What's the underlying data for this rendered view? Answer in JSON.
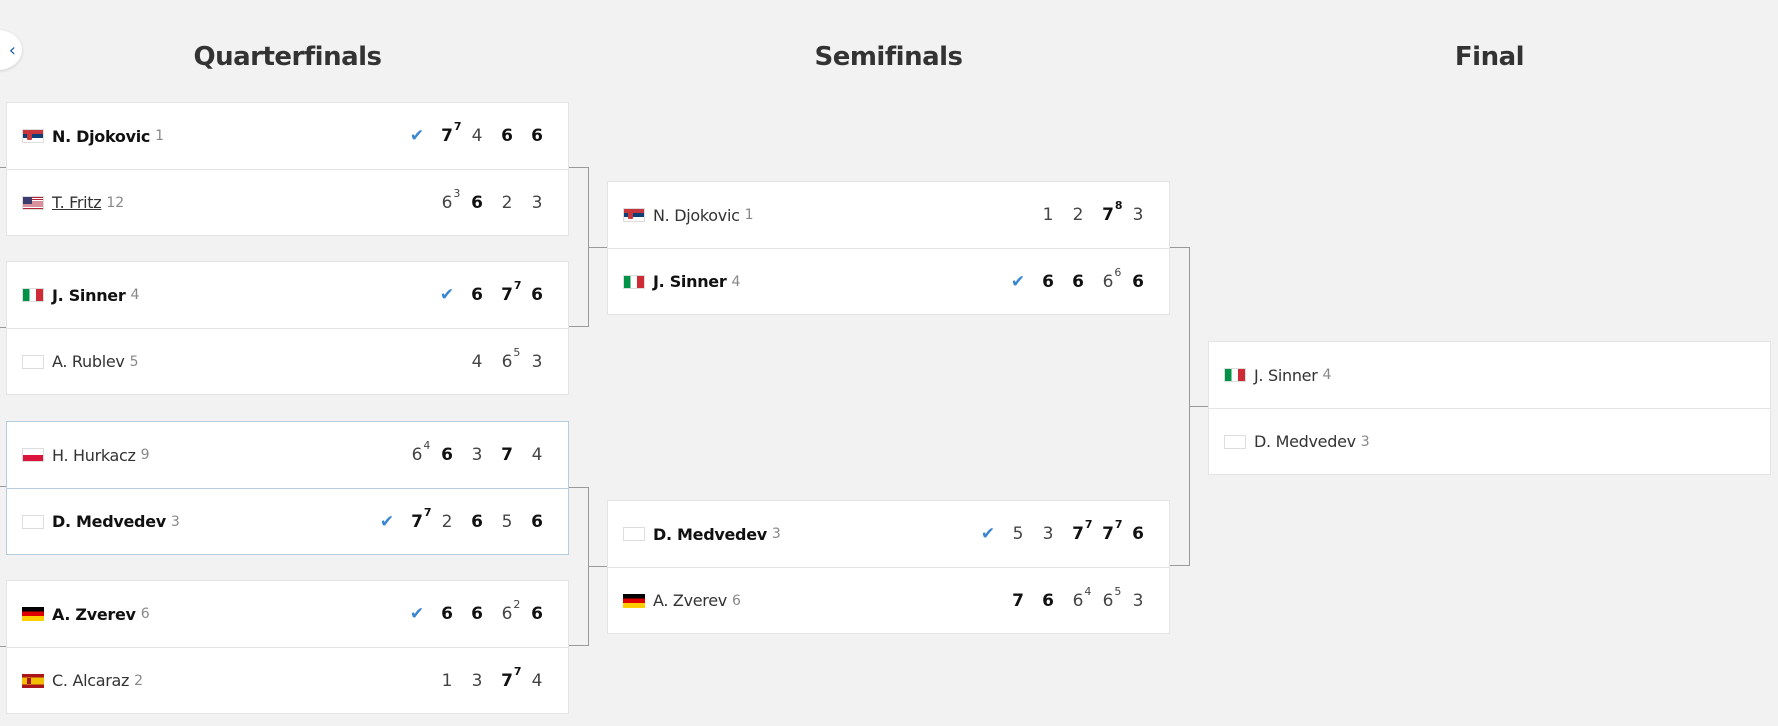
{
  "rounds": {
    "qf": "Quarterfinals",
    "sf": "Semifinals",
    "final": "Final"
  },
  "matches": {
    "qf1": [
      {
        "name": "N. Djokovic",
        "seed": "1",
        "winner": true,
        "sets": [
          {
            "g": "7",
            "tb": "7",
            "w": true
          },
          {
            "g": "4"
          },
          {
            "g": "6",
            "w": true
          },
          {
            "g": "6",
            "w": true
          }
        ]
      },
      {
        "name": "T. Fritz",
        "seed": "12",
        "sets": [
          {
            "g": "6",
            "tb": "3"
          },
          {
            "g": "6",
            "w": true
          },
          {
            "g": "2"
          },
          {
            "g": "3"
          }
        ]
      }
    ],
    "qf2": [
      {
        "name": "J. Sinner",
        "seed": "4",
        "winner": true,
        "sets": [
          {
            "g": "6",
            "w": true
          },
          {
            "g": "7",
            "tb": "7",
            "w": true
          },
          {
            "g": "6",
            "w": true
          }
        ]
      },
      {
        "name": "A. Rublev",
        "seed": "5",
        "sets": [
          {
            "g": "4"
          },
          {
            "g": "6",
            "tb": "5"
          },
          {
            "g": "3"
          }
        ]
      }
    ],
    "qf3": [
      {
        "name": "H. Hurkacz",
        "seed": "9",
        "sets": [
          {
            "g": "6",
            "tb": "4"
          },
          {
            "g": "6",
            "w": true
          },
          {
            "g": "3"
          },
          {
            "g": "7",
            "w": true
          },
          {
            "g": "4"
          }
        ]
      },
      {
        "name": "D. Medvedev",
        "seed": "3",
        "winner": true,
        "sets": [
          {
            "g": "7",
            "tb": "7",
            "w": true
          },
          {
            "g": "2"
          },
          {
            "g": "6",
            "w": true
          },
          {
            "g": "5"
          },
          {
            "g": "6",
            "w": true
          }
        ]
      }
    ],
    "qf4": [
      {
        "name": "A. Zverev",
        "seed": "6",
        "winner": true,
        "sets": [
          {
            "g": "6",
            "w": true
          },
          {
            "g": "6",
            "w": true
          },
          {
            "g": "6",
            "tb": "2"
          },
          {
            "g": "6",
            "w": true
          }
        ]
      },
      {
        "name": "C. Alcaraz",
        "seed": "2",
        "sets": [
          {
            "g": "1"
          },
          {
            "g": "3"
          },
          {
            "g": "7",
            "tb": "7",
            "w": true
          },
          {
            "g": "4"
          }
        ]
      }
    ],
    "sf1": [
      {
        "name": "N. Djokovic",
        "seed": "1",
        "sets": [
          {
            "g": "1"
          },
          {
            "g": "2"
          },
          {
            "g": "7",
            "tb": "8",
            "w": true
          },
          {
            "g": "3"
          }
        ]
      },
      {
        "name": "J. Sinner",
        "seed": "4",
        "winner": true,
        "sets": [
          {
            "g": "6",
            "w": true
          },
          {
            "g": "6",
            "w": true
          },
          {
            "g": "6",
            "tb": "6"
          },
          {
            "g": "6",
            "w": true
          }
        ]
      }
    ],
    "sf2": [
      {
        "name": "D. Medvedev",
        "seed": "3",
        "winner": true,
        "sets": [
          {
            "g": "5"
          },
          {
            "g": "3"
          },
          {
            "g": "7",
            "tb": "7",
            "w": true
          },
          {
            "g": "7",
            "tb": "7",
            "w": true
          },
          {
            "g": "6",
            "w": true
          }
        ]
      },
      {
        "name": "A. Zverev",
        "seed": "6",
        "sets": [
          {
            "g": "7",
            "w": true
          },
          {
            "g": "6",
            "w": true
          },
          {
            "g": "6",
            "tb": "4"
          },
          {
            "g": "6",
            "tb": "5"
          },
          {
            "g": "3"
          }
        ]
      }
    ],
    "final": [
      {
        "name": "J. Sinner",
        "seed": "4",
        "sets": []
      },
      {
        "name": "D. Medvedev",
        "seed": "3",
        "sets": []
      }
    ]
  },
  "icons": {
    "back": "chevron-left-icon",
    "winner_mark": "check-icon",
    "flags": {
      "N. Djokovic": "flag-serbia-icon",
      "T. Fritz": "flag-usa-icon",
      "J. Sinner": "flag-italy-icon",
      "A. Rublev": "flag-blank-icon",
      "H. Hurkacz": "flag-poland-icon",
      "D. Medvedev": "flag-blank-icon",
      "A. Zverev": "flag-germany-icon",
      "C. Alcaraz": "flag-spain-icon"
    }
  },
  "colors": {
    "check": "#3a86d1",
    "background": "#f2f2f2",
    "card": "#ffffff"
  }
}
